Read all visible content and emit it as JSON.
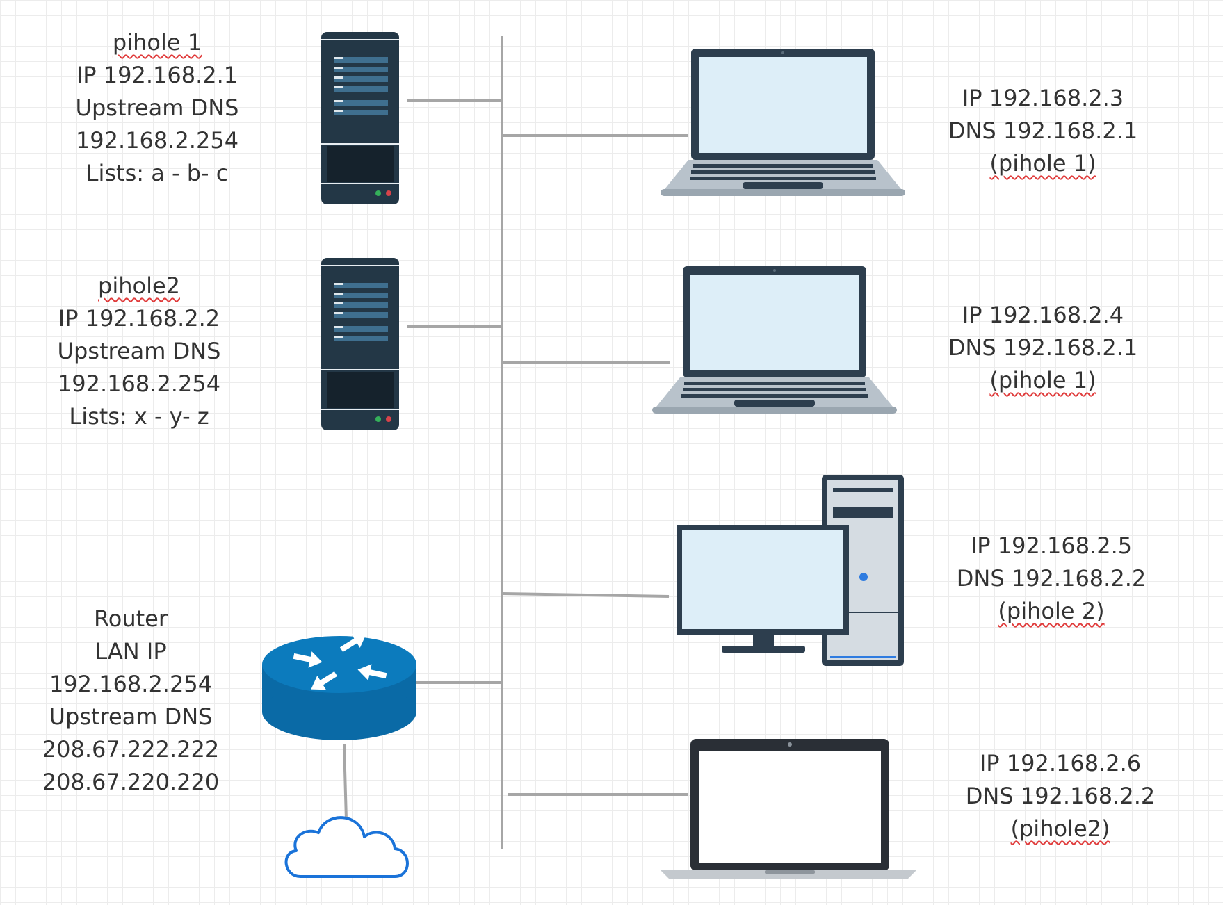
{
  "colors": {
    "wire": "#a6a6a6",
    "server_body": "#233746",
    "server_slot": "#3f6f8f",
    "laptop_frame": "#2d3e4e",
    "screen": "#ddeef8",
    "keyboard_base": "#b8c2cb",
    "router": "#0c7bbd",
    "cloud": "#1a73d9",
    "spellcheck_underline": "#e03c3c"
  },
  "servers": [
    {
      "icon": "server-icon",
      "lines": [
        "pihole 1",
        "IP 192.168.2.1",
        "Upstream DNS",
        "192.168.2.254",
        "Lists: a - b- c"
      ]
    },
    {
      "icon": "server-icon",
      "lines": [
        "pihole2",
        "IP 192.168.2.2",
        "Upstream DNS",
        "192.168.2.254",
        "Lists: x - y- z"
      ]
    }
  ],
  "router": {
    "icon": "router-icon",
    "lines": [
      "Router",
      "LAN IP",
      "192.168.2.254",
      "Upstream DNS",
      "208.67.222.222",
      "208.67.220.220"
    ]
  },
  "internet": {
    "icon": "cloud-icon"
  },
  "clients": [
    {
      "icon": "laptop-icon",
      "ip": "IP 192.168.2.3",
      "dns": "DNS 192.168.2.1",
      "note": "(pihole 1)"
    },
    {
      "icon": "laptop-icon",
      "ip": "IP 192.168.2.4",
      "dns": "DNS 192.168.2.1",
      "note": "(pihole 1)"
    },
    {
      "icon": "desktop-computer-icon",
      "ip": "IP 192.168.2.5",
      "dns": "DNS 192.168.2.2",
      "note": "(pihole 2)"
    },
    {
      "icon": "macbook-icon",
      "ip": "IP 192.168.2.6",
      "dns": "DNS 192.168.2.2",
      "note": "(pihole2)"
    }
  ]
}
